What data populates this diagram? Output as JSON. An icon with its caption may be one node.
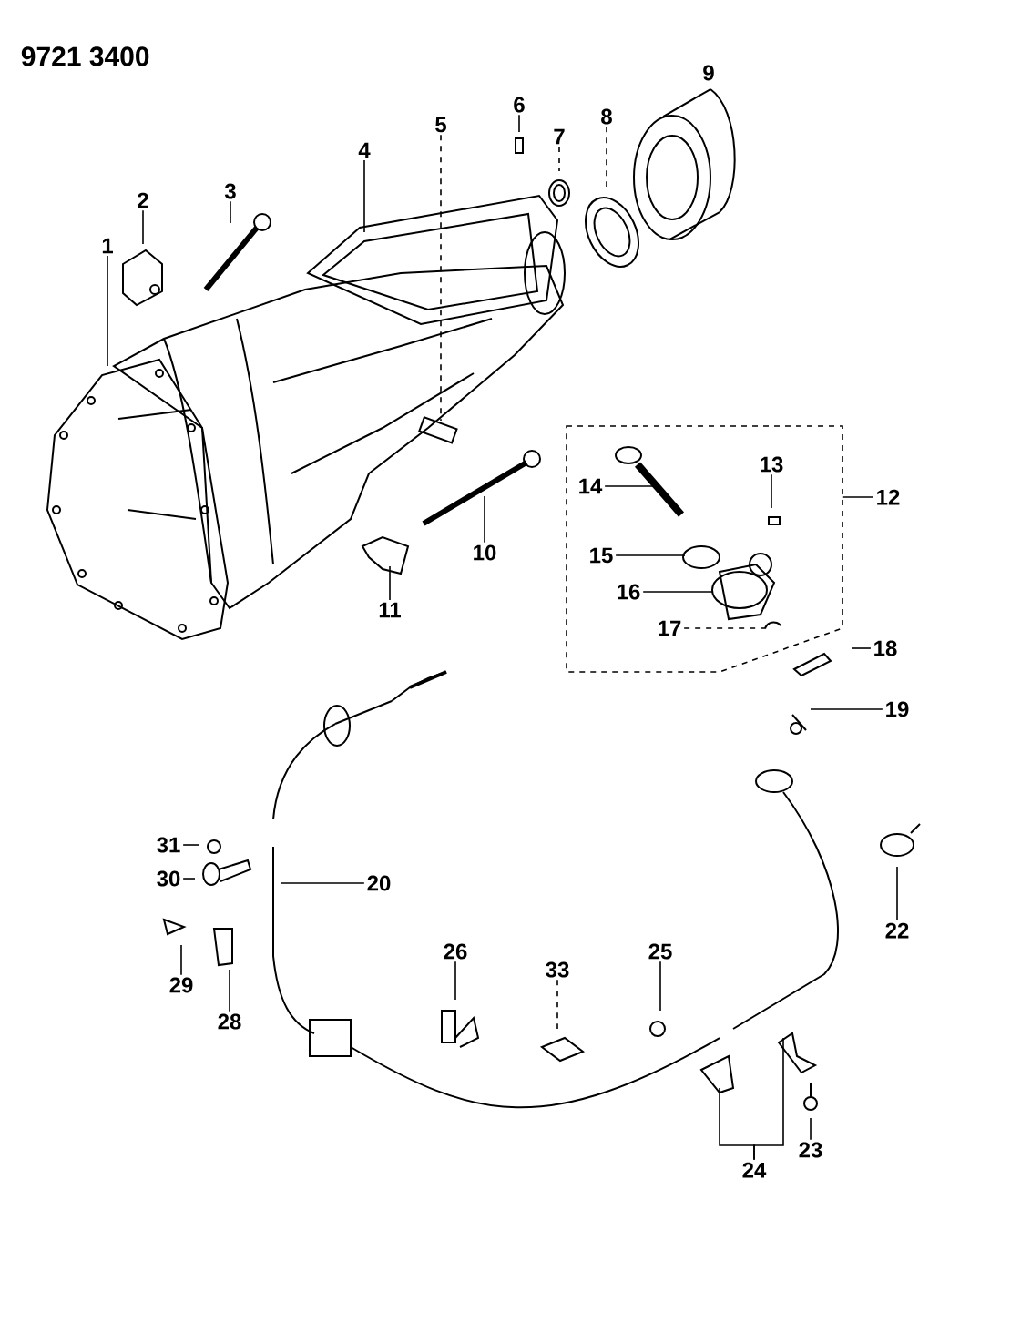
{
  "diagram": {
    "title": "9721 3400",
    "nodes": [
      {
        "text": [
          "1"
        ]
      },
      {
        "text": [
          "2"
        ]
      },
      {
        "text": [
          "3"
        ]
      },
      {
        "text": [
          "4"
        ]
      },
      {
        "text": [
          "5"
        ]
      },
      {
        "text": [
          "6"
        ]
      },
      {
        "text": [
          "7"
        ]
      },
      {
        "text": [
          "8"
        ]
      },
      {
        "text": [
          "9"
        ]
      },
      {
        "text": [
          "10"
        ]
      },
      {
        "text": [
          "11"
        ]
      },
      {
        "text": [],
        "shape": "box"
      },
      {
        "text": [
          "12"
        ]
      },
      {
        "text": [
          "13"
        ],
        "in": 11
      },
      {
        "text": [
          "14"
        ],
        "in": 11
      },
      {
        "text": [
          "15"
        ],
        "in": 11
      },
      {
        "text": [
          "16"
        ],
        "in": 11
      },
      {
        "text": [
          "17"
        ],
        "in": 11
      },
      {
        "text": [
          "18"
        ]
      },
      {
        "text": [
          "19"
        ]
      },
      {
        "text": [
          "20"
        ]
      },
      {
        "text": [
          "22"
        ]
      },
      {
        "text": [
          "23"
        ]
      },
      {
        "text": [
          "24"
        ]
      },
      {
        "text": [
          "25"
        ]
      },
      {
        "text": [
          "26"
        ]
      },
      {
        "text": [
          "28"
        ]
      },
      {
        "text": [
          "29"
        ]
      },
      {
        "text": [
          "30"
        ]
      },
      {
        "text": [
          "31"
        ]
      },
      {
        "text": [
          "33"
        ]
      }
    ],
    "edges": [
      {
        "from": 0,
        "to": null,
        "arrow": "none"
      },
      {
        "from": 1,
        "to": null,
        "arrow": "none"
      },
      {
        "from": 2,
        "to": null,
        "arrow": "none"
      },
      {
        "from": 3,
        "to": null,
        "arrow": "none"
      },
      {
        "from": 4,
        "to": null,
        "arrow": "none",
        "style": "dashed"
      },
      {
        "from": 5,
        "to": null,
        "arrow": "none"
      },
      {
        "from": 6,
        "to": null,
        "arrow": "none",
        "style": "dashed"
      },
      {
        "from": 7,
        "to": null,
        "arrow": "none",
        "style": "dashed"
      },
      {
        "from": 9,
        "to": null,
        "arrow": "none"
      },
      {
        "from": 10,
        "to": null,
        "arrow": "none"
      },
      {
        "from": 12,
        "to": 11,
        "arrow": "none"
      },
      {
        "from": 13,
        "to": null,
        "arrow": "none"
      },
      {
        "from": 14,
        "to": null,
        "arrow": "none"
      },
      {
        "from": 15,
        "to": null,
        "arrow": "none"
      },
      {
        "from": 16,
        "to": null,
        "arrow": "none"
      },
      {
        "from": 17,
        "to": null,
        "arrow": "none",
        "style": "dashed"
      },
      {
        "from": 18,
        "to": null,
        "arrow": "none"
      },
      {
        "from": 19,
        "to": null,
        "arrow": "none"
      },
      {
        "from": 20,
        "to": null,
        "arrow": "none"
      },
      {
        "from": 21,
        "to": null,
        "arrow": "none"
      },
      {
        "from": 22,
        "to": null,
        "arrow": "none"
      },
      {
        "from": 23,
        "to": null,
        "arrow": "none"
      },
      {
        "from": 23,
        "to": null,
        "arrow": "none"
      },
      {
        "from": 24,
        "to": null,
        "arrow": "none"
      },
      {
        "from": 25,
        "to": null,
        "arrow": "none"
      },
      {
        "from": 26,
        "to": null,
        "arrow": "none"
      },
      {
        "from": 27,
        "to": null,
        "arrow": "none"
      },
      {
        "from": 28,
        "to": null,
        "arrow": "none"
      },
      {
        "from": 29,
        "to": null,
        "arrow": "none"
      },
      {
        "from": 30,
        "to": null,
        "arrow": "none",
        "style": "dashed"
      }
    ]
  }
}
